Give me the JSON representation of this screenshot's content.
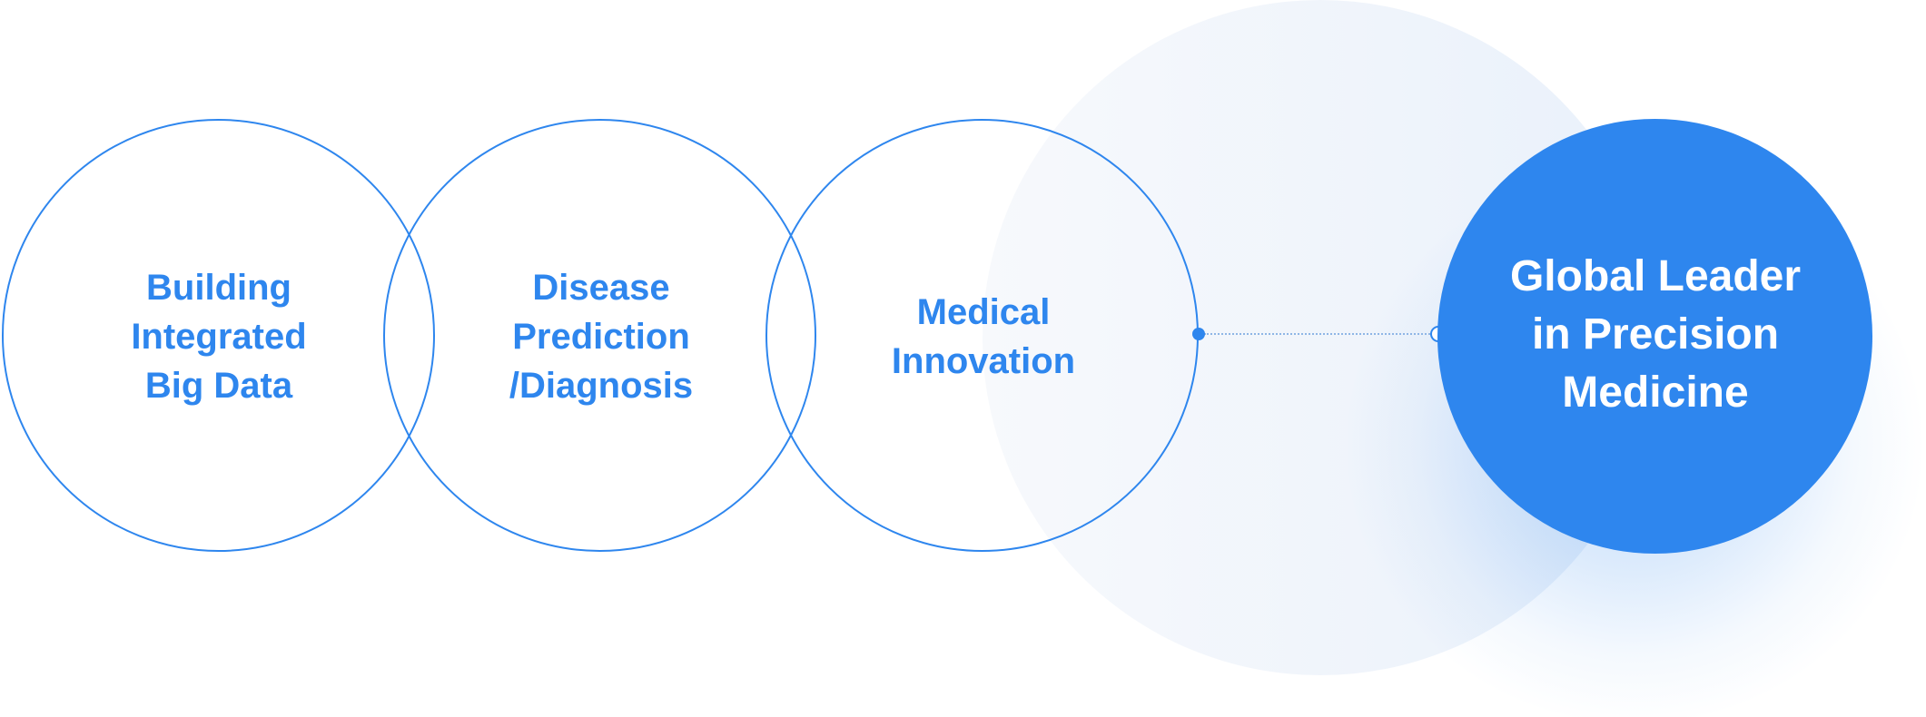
{
  "colors": {
    "accent": "#2e86ee",
    "background": "#ffffff",
    "halo": "#eff4fb",
    "goal_text": "#ffffff"
  },
  "stages": [
    {
      "label": "Building\nIntegrated\nBig Data"
    },
    {
      "label": "Disease\nPrediction\n/Diagnosis"
    },
    {
      "label": "Medical\nInnovation"
    }
  ],
  "goal": {
    "label": "Global Leader\nin Precision\nMedicine"
  }
}
